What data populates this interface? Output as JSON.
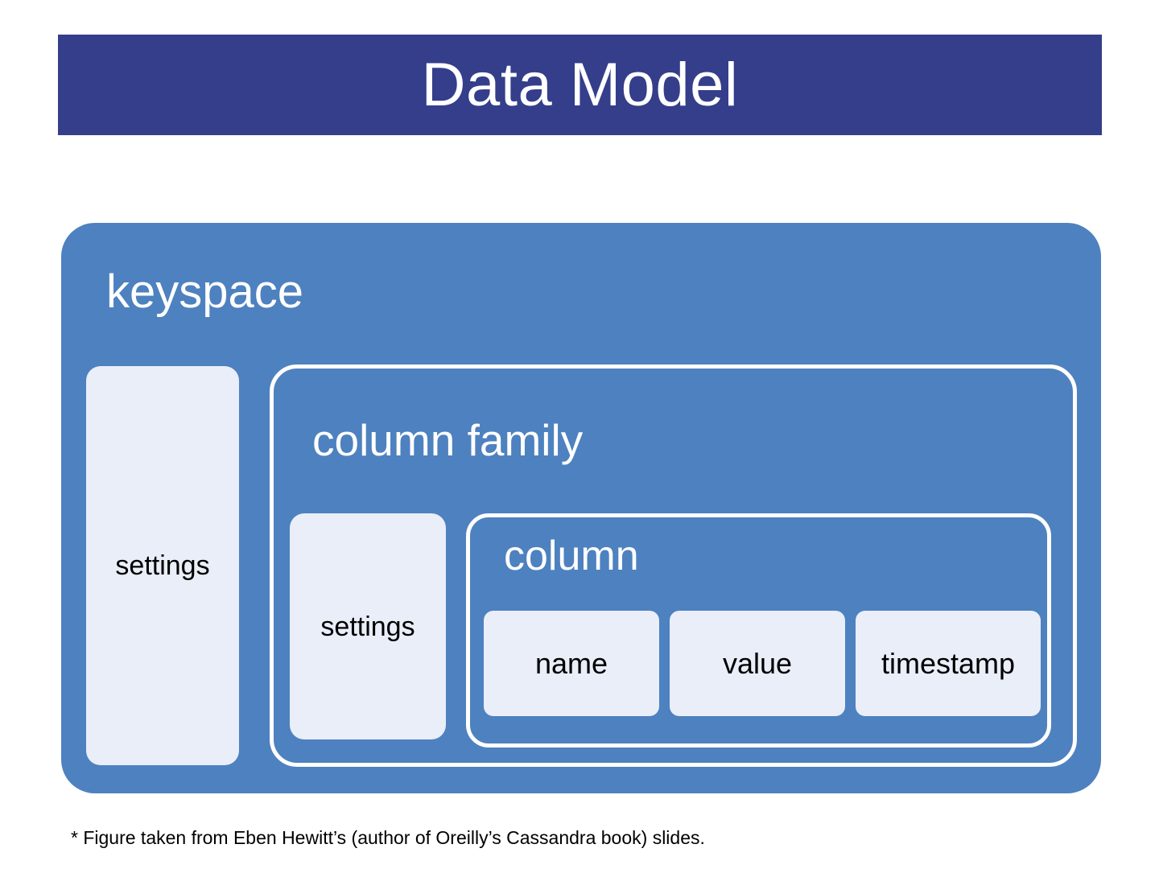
{
  "slide": {
    "title": "Data Model",
    "title_bar_color": "#343e8a",
    "background_color": "#ffffff"
  },
  "diagram": {
    "box_fill_color": "#4e81bf",
    "box_border_color": "#ffffff",
    "field_fill_color": "#e9eef8",
    "keyspace": {
      "label": "keyspace",
      "settings": {
        "label": "settings"
      },
      "column_family": {
        "label": "column family",
        "settings": {
          "label": "settings"
        },
        "column": {
          "label": "column",
          "fields": [
            {
              "label": "name"
            },
            {
              "label": "value"
            },
            {
              "label": "timestamp"
            }
          ]
        }
      }
    }
  },
  "footnote": {
    "text": "* Figure taken from Eben Hewitt’s (author of Oreilly’s Cassandra book) slides."
  }
}
